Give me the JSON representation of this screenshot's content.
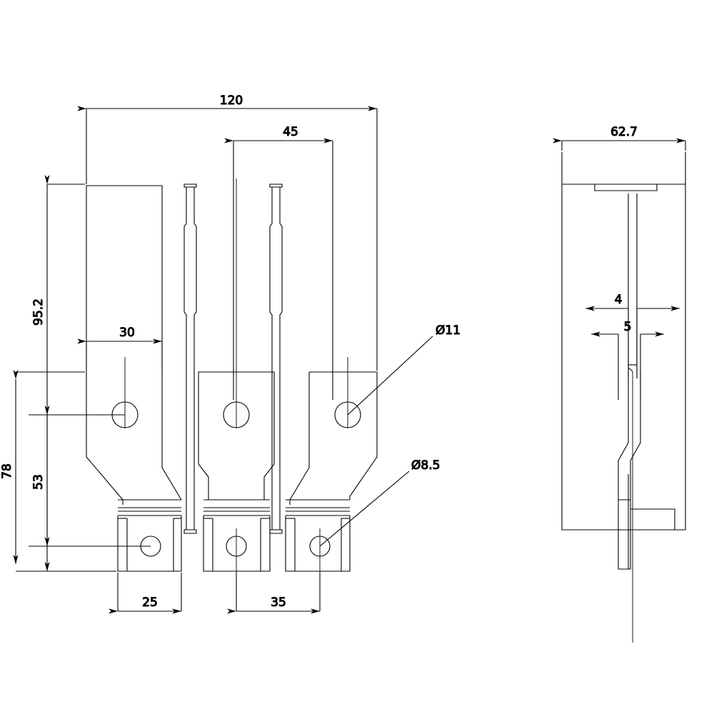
{
  "drawing": {
    "title": "3-pole busbar terminal connector - front view and side view",
    "type": "mechanical-engineering-dimension-drawing",
    "units": "mm",
    "line_color": "#000000",
    "background_color": "#ffffff",
    "views": [
      {
        "name": "front-view",
        "label": "",
        "parts": 3
      },
      {
        "name": "side-view",
        "label": "",
        "parts": 1
      }
    ]
  },
  "dimensions": {
    "overall_width": "120",
    "pole_pitch_outer": "45",
    "height_total_upper": "95.2",
    "height_lower_block": "78",
    "height_hole_to_base": "53",
    "offset_30": "30",
    "base_width_25": "25",
    "base_pitch_35": "35",
    "side_depth": "62.7",
    "side_thickness_4": "4",
    "side_thickness_5": "5",
    "hole_upper_dia": "Ø11",
    "hole_lower_dia": "Ø8.5"
  },
  "labels": {
    "d120": "120",
    "d45": "45",
    "d95_2": "95.2",
    "d78": "78",
    "d53": "53",
    "d30": "30",
    "d25": "25",
    "d35": "35",
    "d62_7": "62.7",
    "d4": "4",
    "d5": "5",
    "dia11": "Ø11",
    "dia8_5": "Ø8.5"
  }
}
